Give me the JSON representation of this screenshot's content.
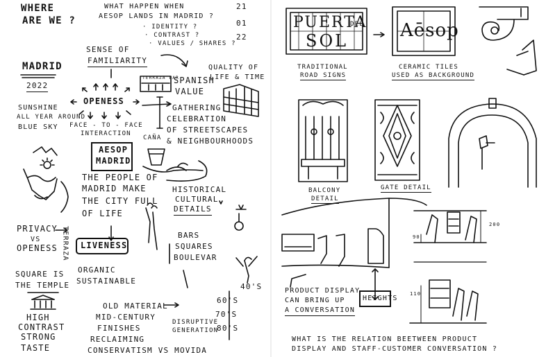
{
  "left_page": {
    "where_are_we": [
      "WHERE",
      "ARE WE ?"
    ],
    "header": {
      "question": "WHAT HAPPEN WHEN",
      "question_line2": "AESOP LANDS IN MADRID ?",
      "identity": "· IDENTITY ?",
      "contrast": "· CONTRAST ?",
      "values": "· VALUES / SHARES ?",
      "date": [
        "21",
        "01",
        "22"
      ]
    },
    "madrid_title": "MADRID",
    "year": "2022",
    "sunshine": [
      "SUNSHINE",
      "ALL YEAR AROUND",
      "BLUE SKY"
    ],
    "sense_of_familiarity": [
      "SENSE OF",
      "FAMILIARITY"
    ],
    "openess": "OPENESS",
    "face_to_face": [
      "FACE - TO - FACE",
      "INTERACTION"
    ],
    "aesop_madrid": [
      "AESOP",
      "MADRID"
    ],
    "terrace_sign": "TERRAZA BAR",
    "cana": "CAÑA",
    "quality_of_life": [
      "QUALITY OF",
      "LIFE & TIME"
    ],
    "spanish_value": [
      "SPANISH",
      "VALUE"
    ],
    "gathering": [
      "GATHERING",
      "CELEBRATION",
      "OF STREETSCAPES",
      "& NEIGHBOURHOODS"
    ],
    "people_of_madrid": [
      "THE PEOPLE OF",
      "MADRID MAKE",
      "THE CITY FULL",
      "OF LIFE"
    ],
    "liveness": "LIVENESS",
    "historical": [
      "HISTORICAL",
      "CULTURAL",
      "DETAILS"
    ],
    "bars": [
      "BARS",
      "SQUARES",
      "BOULEVAR"
    ],
    "privacy": [
      "PRIVACY",
      "VS",
      "OPENESS"
    ],
    "terraza_vertical": "TERRAZA",
    "square_temple": [
      "SQUARE IS",
      "THE TEMPLE"
    ],
    "high_contrast": [
      "HIGH",
      "CONTRAST",
      "STRONG",
      "TASTE"
    ],
    "organic": [
      "ORGANIC",
      "SUSTAINABLE"
    ],
    "old_material": [
      "OLD MATERIAL",
      "MID-CENTURY",
      "FINISHES",
      "RECLAIMING"
    ],
    "conservatism": "CONSERVATISM VS MOVIDA",
    "disruptive": [
      "DISRUPTIVE",
      "GENERATION"
    ],
    "decades": [
      "40's",
      "60's",
      "70's",
      "80's"
    ]
  },
  "right_page": {
    "puerta_sign": {
      "top": "PUERTA",
      "del": "DEL",
      "bottom": "SOL"
    },
    "aesop_tile": "Aēsop",
    "traditional_road_signs": [
      "TRADITIONAL",
      "ROAD SIGNS"
    ],
    "ceramic_tiles": [
      "CERAMIC TILES",
      "USED AS BACKGROUND"
    ],
    "balcony_detail": [
      "BALCONY",
      "DETAIL"
    ],
    "gate_detail": "GATE DETAIL",
    "product_display": [
      "PRODUCT DISPLAY",
      "CAN BRING UP",
      "A CONVERSATION"
    ],
    "heights": "HEIGHTS",
    "dim_200": "200",
    "dim_90": "90",
    "dim_110": "110",
    "relation_question": [
      "WHAT IS THE RELATION BEETWEEN PRODUCT",
      "DISPLAY AND STAFF-CUSTOMER CONVERSATION ?"
    ]
  },
  "colors": {
    "ink": "#111111",
    "paper": "#ffffff"
  }
}
